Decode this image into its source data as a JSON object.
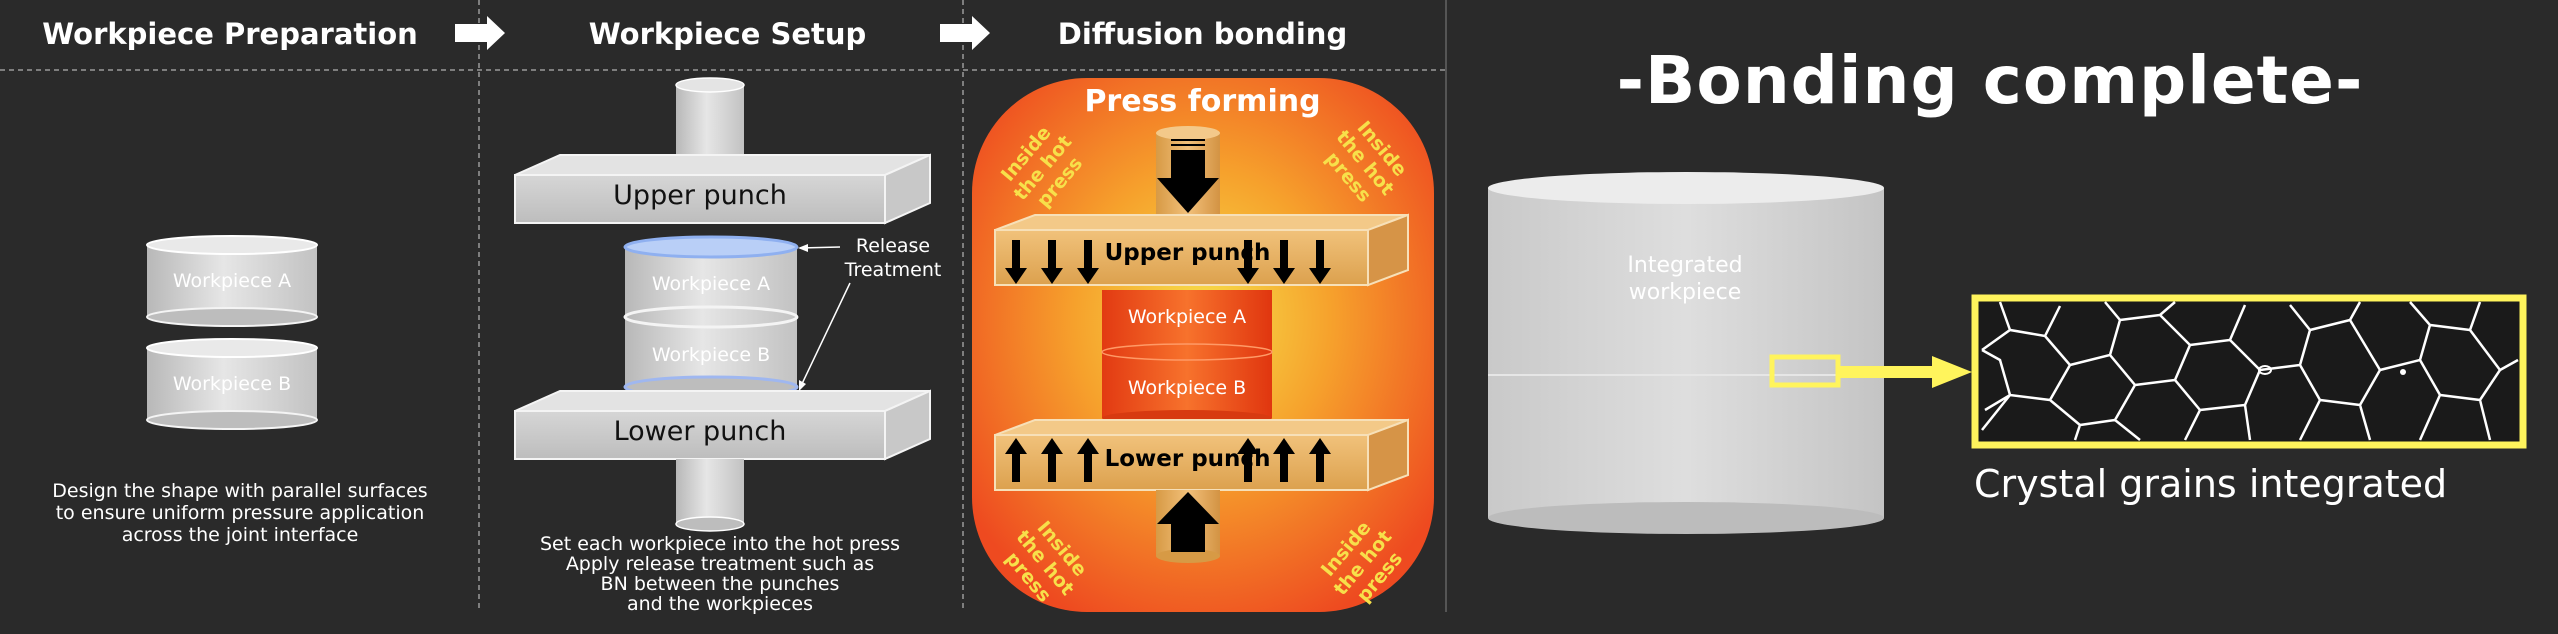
{
  "steps": [
    {
      "title": "Workpiece Preparation"
    },
    {
      "title": "Workpiece Setup"
    },
    {
      "title": "Diffusion bonding"
    }
  ],
  "result": {
    "title": "-Bonding complete-",
    "integrated_label_line1": "Integrated",
    "integrated_label_line2": "workpiece",
    "grains_label": "Crystal grains integrated"
  },
  "prep": {
    "workpiece_a": "Workpiece A",
    "workpiece_b": "Workpiece B",
    "caption_lines": [
      "Design the shape with parallel surfaces",
      "to ensure uniform pressure application",
      "across the joint interface"
    ]
  },
  "setup": {
    "upper_punch": "Upper punch",
    "lower_punch": "Lower punch",
    "workpiece_a": "Workpiece A",
    "workpiece_b": "Workpiece B",
    "release_line1": "Release",
    "release_line2": "Treatment",
    "caption_lines": [
      "Set each workpiece into the hot press",
      "Apply release treatment such as",
      "BN between the punches",
      "and the workpieces"
    ]
  },
  "bonding": {
    "press_forming": "Press forming",
    "upper_punch": "Upper punch",
    "lower_punch": "Lower punch",
    "workpiece_a": "Workpiece A",
    "workpiece_b": "Workpiece B",
    "inside_line1": "Inside",
    "inside_line2": "the hot press"
  },
  "colors": {
    "background": "#2a2a2a",
    "press_orange": "#f26522",
    "press_yellow": "#f7d93c",
    "highlight_yellow": "#fff45c",
    "punch_tan": "#e8a95a"
  }
}
